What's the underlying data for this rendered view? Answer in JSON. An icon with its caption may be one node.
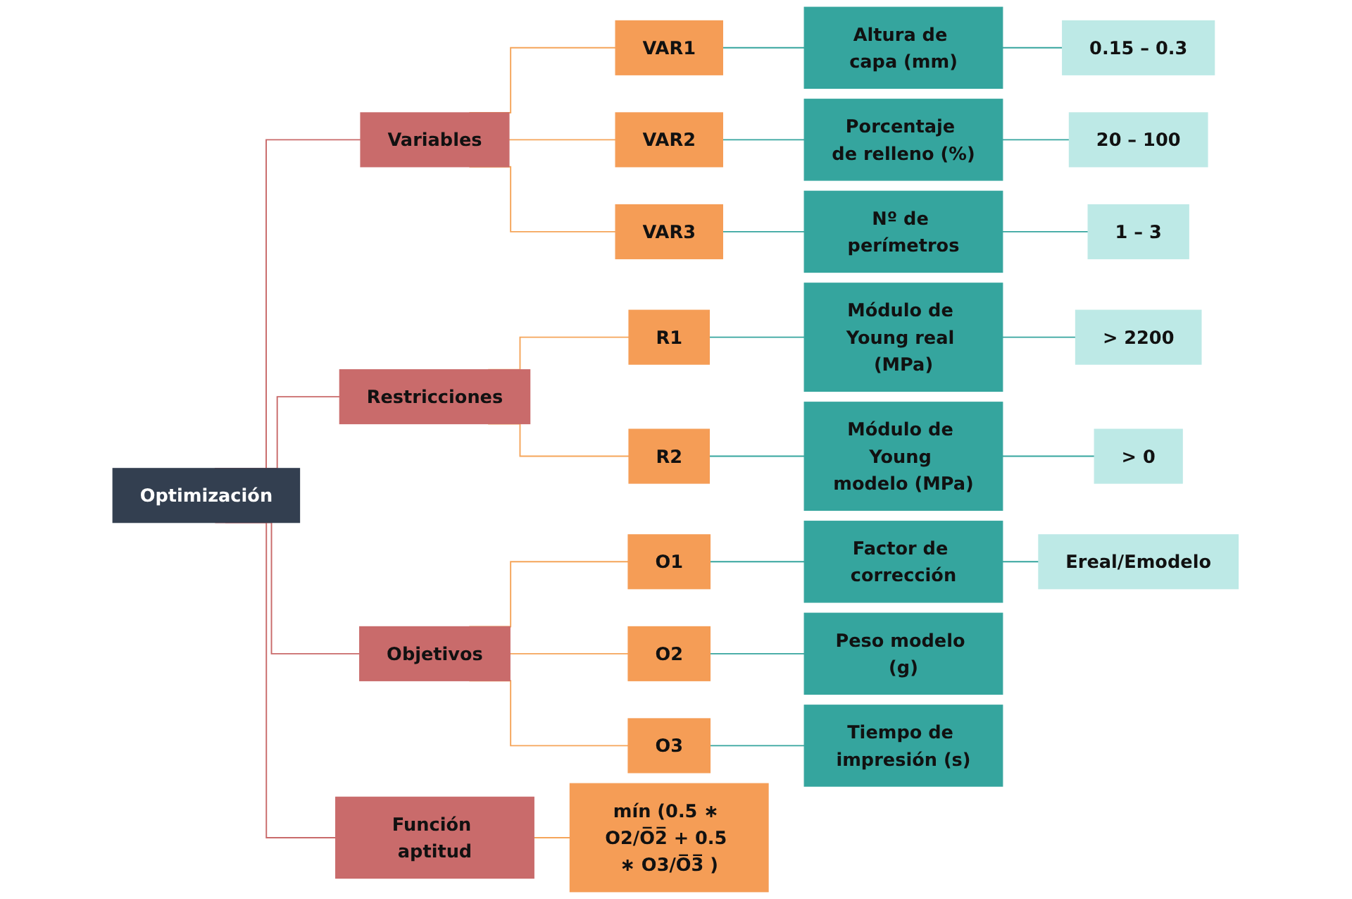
{
  "diagram": {
    "nodes": [
      {
        "text": [
          "Optimización"
        ]
      },
      {
        "text": [
          "Variables"
        ]
      },
      {
        "text": [
          "VAR1"
        ]
      },
      {
        "text": [
          "Altura de capa (mm)"
        ]
      },
      {
        "text": [
          "0.15 – 0.3"
        ]
      },
      {
        "text": [
          "VAR2"
        ]
      },
      {
        "text": [
          "Porcentaje de relleno (%)"
        ]
      },
      {
        "text": [
          "20 – 100"
        ]
      },
      {
        "text": [
          "VAR3"
        ]
      },
      {
        "text": [
          "Nº de perímetros"
        ]
      },
      {
        "text": [
          "1 – 3"
        ]
      },
      {
        "text": [
          "Restricciones"
        ]
      },
      {
        "text": [
          "R1"
        ]
      },
      {
        "text": [
          "Módulo de Young real (MPa)"
        ]
      },
      {
        "text": [
          "> 2200"
        ]
      },
      {
        "text": [
          "R2"
        ]
      },
      {
        "text": [
          "Módulo de Young modelo (MPa)"
        ]
      },
      {
        "text": [
          "> 0"
        ]
      },
      {
        "text": [
          "Objetivos"
        ]
      },
      {
        "text": [
          "O1"
        ]
      },
      {
        "text": [
          "Factor de corrección"
        ]
      },
      {
        "text": [
          "Ereal/Emodelo"
        ]
      },
      {
        "text": [
          "O2"
        ]
      },
      {
        "text": [
          "Peso modelo (g)"
        ]
      },
      {
        "text": [
          "O3"
        ]
      },
      {
        "text": [
          "Tiempo de impresión (s)"
        ]
      },
      {
        "text": [
          "Función aptitud"
        ]
      },
      {
        "text": [
          "mín (0.5 ∗ O2/O̅2̅ + 0.5 ∗ O3/O̅3̅ )"
        ]
      }
    ],
    "edges": [
      {
        "from": 0,
        "to": 1,
        "arrow": "none",
        "color": "#c96a6a"
      },
      {
        "from": 0,
        "to": 11,
        "arrow": "none",
        "color": "#c96a6a"
      },
      {
        "from": 0,
        "to": 18,
        "arrow": "none",
        "color": "#c96a6a"
      },
      {
        "from": 0,
        "to": 26,
        "arrow": "none",
        "color": "#c96a6a"
      },
      {
        "from": 1,
        "to": 2,
        "arrow": "none",
        "color": "#f5a55a"
      },
      {
        "from": 1,
        "to": 5,
        "arrow": "none",
        "color": "#f5a55a"
      },
      {
        "from": 1,
        "to": 8,
        "arrow": "none",
        "color": "#f5a55a"
      },
      {
        "from": 2,
        "to": 3,
        "arrow": "none"
      },
      {
        "from": 3,
        "to": 4,
        "arrow": "none"
      },
      {
        "from": 5,
        "to": 6,
        "arrow": "none"
      },
      {
        "from": 6,
        "to": 7,
        "arrow": "none"
      },
      {
        "from": 8,
        "to": 9,
        "arrow": "none"
      },
      {
        "from": 9,
        "to": 10,
        "arrow": "none"
      },
      {
        "from": 11,
        "to": 12,
        "arrow": "none",
        "color": "#f5a55a"
      },
      {
        "from": 11,
        "to": 15,
        "arrow": "none",
        "color": "#f5a55a"
      },
      {
        "from": 12,
        "to": 13,
        "arrow": "none"
      },
      {
        "from": 13,
        "to": 14,
        "arrow": "none"
      },
      {
        "from": 15,
        "to": 16,
        "arrow": "none"
      },
      {
        "from": 16,
        "to": 17,
        "arrow": "none"
      },
      {
        "from": 18,
        "to": 19,
        "arrow": "none",
        "color": "#f5a55a"
      },
      {
        "from": 18,
        "to": 22,
        "arrow": "none",
        "color": "#f5a55a"
      },
      {
        "from": 18,
        "to": 24,
        "arrow": "none",
        "color": "#f5a55a"
      },
      {
        "from": 19,
        "to": 20,
        "arrow": "none"
      },
      {
        "from": 20,
        "to": 21,
        "arrow": "none"
      },
      {
        "from": 22,
        "to": 23,
        "arrow": "none"
      },
      {
        "from": 24,
        "to": 25,
        "arrow": "none"
      },
      {
        "from": 26,
        "to": 27,
        "arrow": "none",
        "color": "#f5a55a"
      }
    ]
  }
}
